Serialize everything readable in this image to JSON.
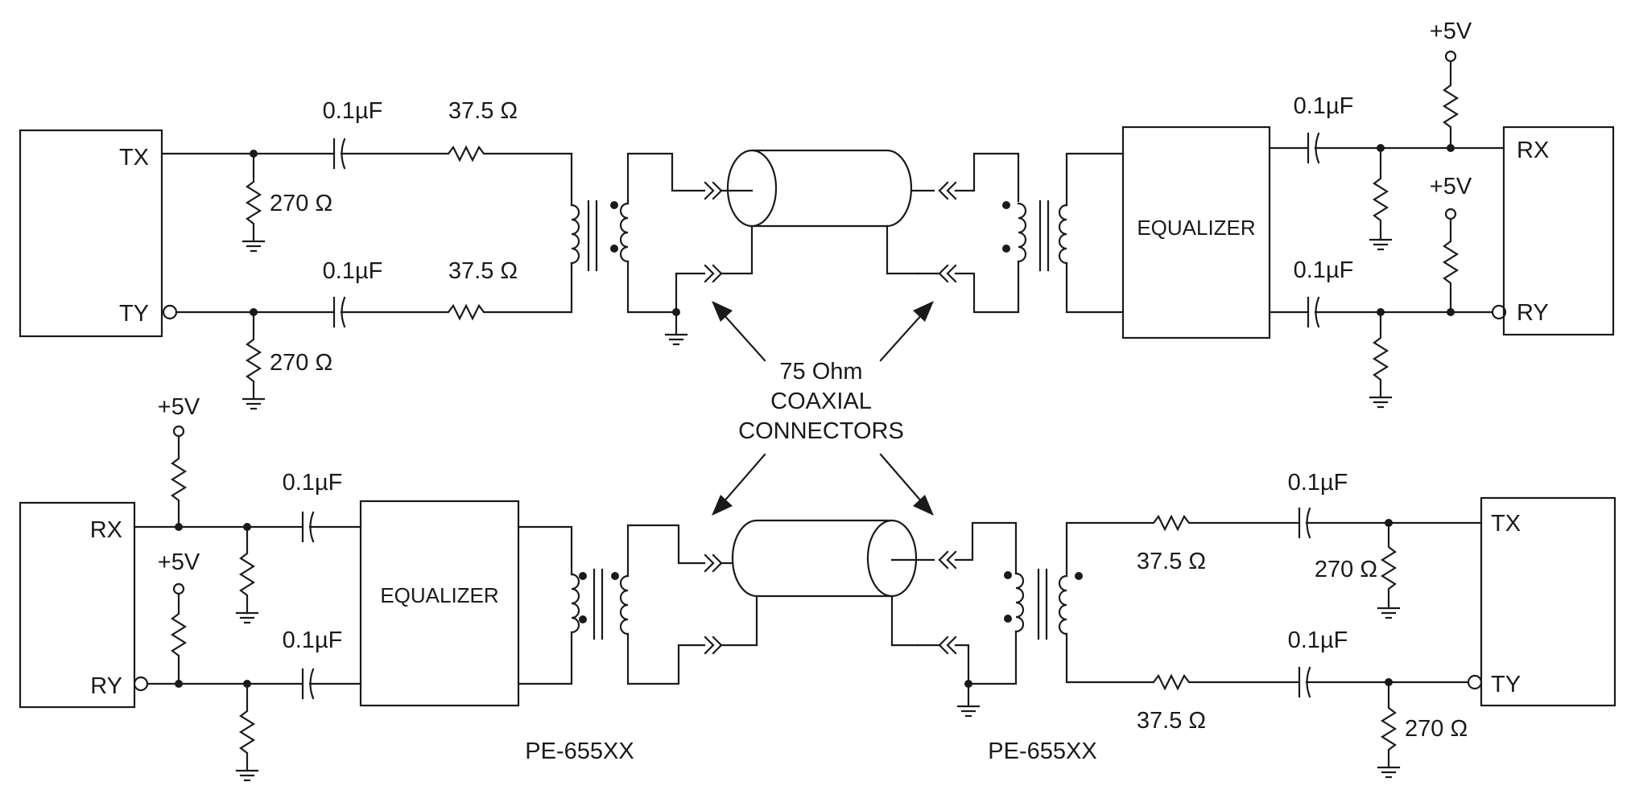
{
  "top_left": {
    "pin_tx": "TX",
    "pin_ty": "TY",
    "cap_upper": "0.1µF",
    "cap_lower": "0.1µF",
    "res_series_upper": "37.5 Ω",
    "res_series_lower": "37.5 Ω",
    "res_shunt_upper": "270 Ω",
    "res_shunt_lower": "270 Ω"
  },
  "top_right": {
    "pin_rx": "RX",
    "pin_ry": "RY",
    "cap_upper": "0.1µF",
    "cap_lower": "0.1µF",
    "equalizer": "EQUALIZER",
    "supply_upper": "+5V",
    "supply_lower": "+5V"
  },
  "bottom_left": {
    "pin_rx": "RX",
    "pin_ry": "RY",
    "cap_upper": "0.1µF",
    "cap_lower": "0.1µF",
    "equalizer": "EQUALIZER",
    "supply_upper": "+5V",
    "supply_lower": "+5V"
  },
  "bottom_right": {
    "pin_tx": "TX",
    "pin_ty": "TY",
    "cap_upper": "0.1µF",
    "cap_lower": "0.1µF",
    "res_series_upper": "37.5 Ω",
    "res_series_lower": "37.5 Ω",
    "res_shunt_upper": "270 Ω",
    "res_shunt_lower": "270 Ω"
  },
  "connectors_label": [
    "75 Ohm",
    "COAXIAL",
    "CONNECTORS"
  ],
  "transformer_left": "PE-655XX",
  "transformer_right": "PE-655XX"
}
